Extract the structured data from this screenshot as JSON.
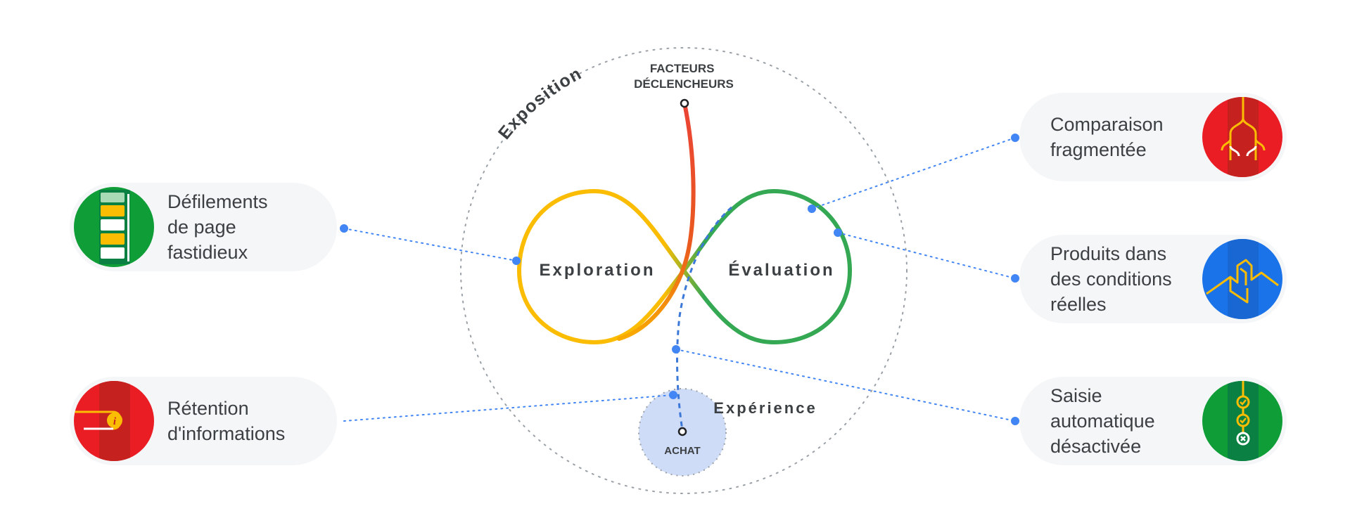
{
  "diagram": {
    "exposure_label": "Exposition",
    "triggers_line1": "FACTEURS",
    "triggers_line2": "DÉCLENCHEURS",
    "exploration_label": "Exploration",
    "evaluation_label": "Évaluation",
    "experience_label": "Expérience",
    "purchase_label": "ACHAT"
  },
  "cards": {
    "scroll": {
      "label": "Défilements\nde page\nfastidieux",
      "icon": "scroll-list-icon",
      "color": "#0f9d38"
    },
    "retention": {
      "label": "Rétention\nd'informations",
      "icon": "info-retention-icon",
      "color": "#ea1c24"
    },
    "compare": {
      "label": "Comparaison\nfragmentée",
      "icon": "fragmented-compare-icon",
      "color": "#ea1c24"
    },
    "products": {
      "label": "Produits dans\ndes conditions\nréelles",
      "icon": "real-conditions-icon",
      "color": "#1a73e8"
    },
    "autofill": {
      "label": "Saisie\nautomatique\ndésactivée",
      "icon": "autofill-off-icon",
      "color": "#0f9d38"
    }
  },
  "colors": {
    "exploration": "#fbbc04",
    "evaluation": "#34a853",
    "trigger": "#ea4335",
    "connector": "#4285f4",
    "purchase_bubble": "#cfdcf8"
  }
}
